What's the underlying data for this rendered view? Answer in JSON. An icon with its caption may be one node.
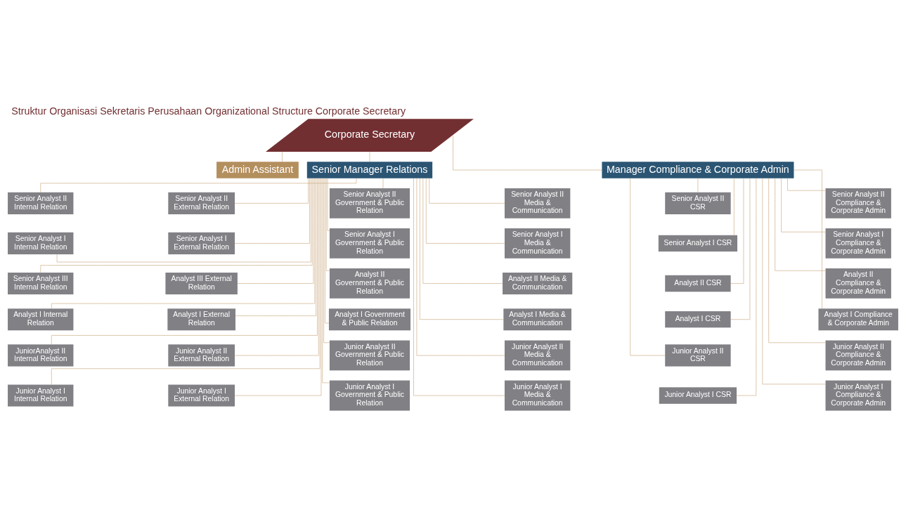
{
  "diagram": {
    "title": "Struktur Organisasi Sekretaris Perusahaan Organizational Structure Corporate Secretary",
    "nodes": [
      {
        "text": [
          "Corporate Secretary"
        ]
      },
      {
        "text": [
          "Admin Assistant"
        ]
      },
      {
        "text": [
          "Senior Manager Relations"
        ]
      },
      {
        "text": [
          "Manager Compliance & Corporate Admin"
        ]
      },
      {
        "text": [
          "Senior Analyst II Internal Relation"
        ]
      },
      {
        "text": [
          "Senior Analyst I Internal Relation"
        ]
      },
      {
        "text": [
          "Senior Analyst III Internal Relation"
        ]
      },
      {
        "text": [
          "Analyst I Internal Relation"
        ]
      },
      {
        "text": [
          "JuniorAnalyst II Internal Relation"
        ]
      },
      {
        "text": [
          "Junior Analyst I Internal Relation"
        ]
      },
      {
        "text": [
          "Senior Analyst II External Relation"
        ]
      },
      {
        "text": [
          "Senior Analyst I External Relation"
        ]
      },
      {
        "text": [
          "Analyst III External Relation"
        ]
      },
      {
        "text": [
          "Analyst I External Relation"
        ]
      },
      {
        "text": [
          "Junior Analyst II External Relation"
        ]
      },
      {
        "text": [
          "Junior Analyst I External Relation"
        ]
      },
      {
        "text": [
          "Senior Analyst II Government & Public Relation"
        ]
      },
      {
        "text": [
          "Senior Analyst I Government & Public Relation"
        ]
      },
      {
        "text": [
          "Analyst II Government & Public Relation"
        ]
      },
      {
        "text": [
          "Analyst I Government & Public Relation"
        ]
      },
      {
        "text": [
          "Junior Analyst II Government & Public Relation"
        ]
      },
      {
        "text": [
          "Junior Analyst I Government & Public Relation"
        ]
      },
      {
        "text": [
          "Senior Analyst II Media & Communication"
        ]
      },
      {
        "text": [
          "Senior Analyst I Media & Communication"
        ]
      },
      {
        "text": [
          "Analyst II Media & Communication"
        ]
      },
      {
        "text": [
          "Analyst I Media & Communication"
        ]
      },
      {
        "text": [
          "Junior Analyst II Media & Communication"
        ]
      },
      {
        "text": [
          "Junior Analyst I Media & Communication"
        ]
      },
      {
        "text": [
          "Senior Analyst II CSR"
        ]
      },
      {
        "text": [
          "Senior Analyst I CSR"
        ]
      },
      {
        "text": [
          "Analyst II CSR"
        ]
      },
      {
        "text": [
          "Analyst I CSR"
        ]
      },
      {
        "text": [
          "Junior Analyst II CSR"
        ]
      },
      {
        "text": [
          "Junior Analyst I CSR"
        ]
      },
      {
        "text": [
          "Senior Analyst II Compliance & Corporate Admin"
        ]
      },
      {
        "text": [
          "Senior Analyst I Compliance & Corporate Admin"
        ]
      },
      {
        "text": [
          "Analyst II Compliance & Corporate Admin"
        ]
      },
      {
        "text": [
          "Analyst I Compliance & Corporate Admin"
        ]
      },
      {
        "text": [
          "Junior Analyst II Compliance & Corporate Admin"
        ]
      },
      {
        "text": [
          "Junior Analyst I Compliance & Corporate Admin"
        ]
      }
    ],
    "edges": [
      {
        "from": 0,
        "to": 1,
        "arrow": "none"
      },
      {
        "from": 0,
        "to": 2,
        "arrow": "none"
      },
      {
        "from": 0,
        "to": 3,
        "arrow": "none"
      },
      {
        "from": 2,
        "to": 4,
        "arrow": "none"
      },
      {
        "from": 2,
        "to": 5,
        "arrow": "none"
      },
      {
        "from": 2,
        "to": 6,
        "arrow": "none"
      },
      {
        "from": 2,
        "to": 7,
        "arrow": "none"
      },
      {
        "from": 2,
        "to": 8,
        "arrow": "none"
      },
      {
        "from": 2,
        "to": 9,
        "arrow": "none"
      },
      {
        "from": 2,
        "to": 10,
        "arrow": "none"
      },
      {
        "from": 2,
        "to": 11,
        "arrow": "none"
      },
      {
        "from": 2,
        "to": 12,
        "arrow": "none"
      },
      {
        "from": 2,
        "to": 13,
        "arrow": "none"
      },
      {
        "from": 2,
        "to": 14,
        "arrow": "none"
      },
      {
        "from": 2,
        "to": 15,
        "arrow": "none"
      },
      {
        "from": 2,
        "to": 16,
        "arrow": "none"
      },
      {
        "from": 2,
        "to": 17,
        "arrow": "none"
      },
      {
        "from": 2,
        "to": 18,
        "arrow": "none"
      },
      {
        "from": 2,
        "to": 19,
        "arrow": "none"
      },
      {
        "from": 2,
        "to": 20,
        "arrow": "none"
      },
      {
        "from": 2,
        "to": 21,
        "arrow": "none"
      },
      {
        "from": 2,
        "to": 22,
        "arrow": "none"
      },
      {
        "from": 2,
        "to": 23,
        "arrow": "none"
      },
      {
        "from": 2,
        "to": 24,
        "arrow": "none"
      },
      {
        "from": 2,
        "to": 25,
        "arrow": "none"
      },
      {
        "from": 2,
        "to": 26,
        "arrow": "none"
      },
      {
        "from": 2,
        "to": 27,
        "arrow": "none"
      },
      {
        "from": 3,
        "to": 28,
        "arrow": "none"
      },
      {
        "from": 3,
        "to": 29,
        "arrow": "none"
      },
      {
        "from": 3,
        "to": 30,
        "arrow": "none"
      },
      {
        "from": 3,
        "to": 31,
        "arrow": "none"
      },
      {
        "from": 3,
        "to": 32,
        "arrow": "none"
      },
      {
        "from": 3,
        "to": 33,
        "arrow": "none"
      },
      {
        "from": 3,
        "to": 34,
        "arrow": "none"
      },
      {
        "from": 3,
        "to": 35,
        "arrow": "none"
      },
      {
        "from": 3,
        "to": 36,
        "arrow": "none"
      },
      {
        "from": 3,
        "to": 37,
        "arrow": "none"
      },
      {
        "from": 3,
        "to": 38,
        "arrow": "none"
      },
      {
        "from": 3,
        "to": 39,
        "arrow": "none"
      }
    ]
  }
}
